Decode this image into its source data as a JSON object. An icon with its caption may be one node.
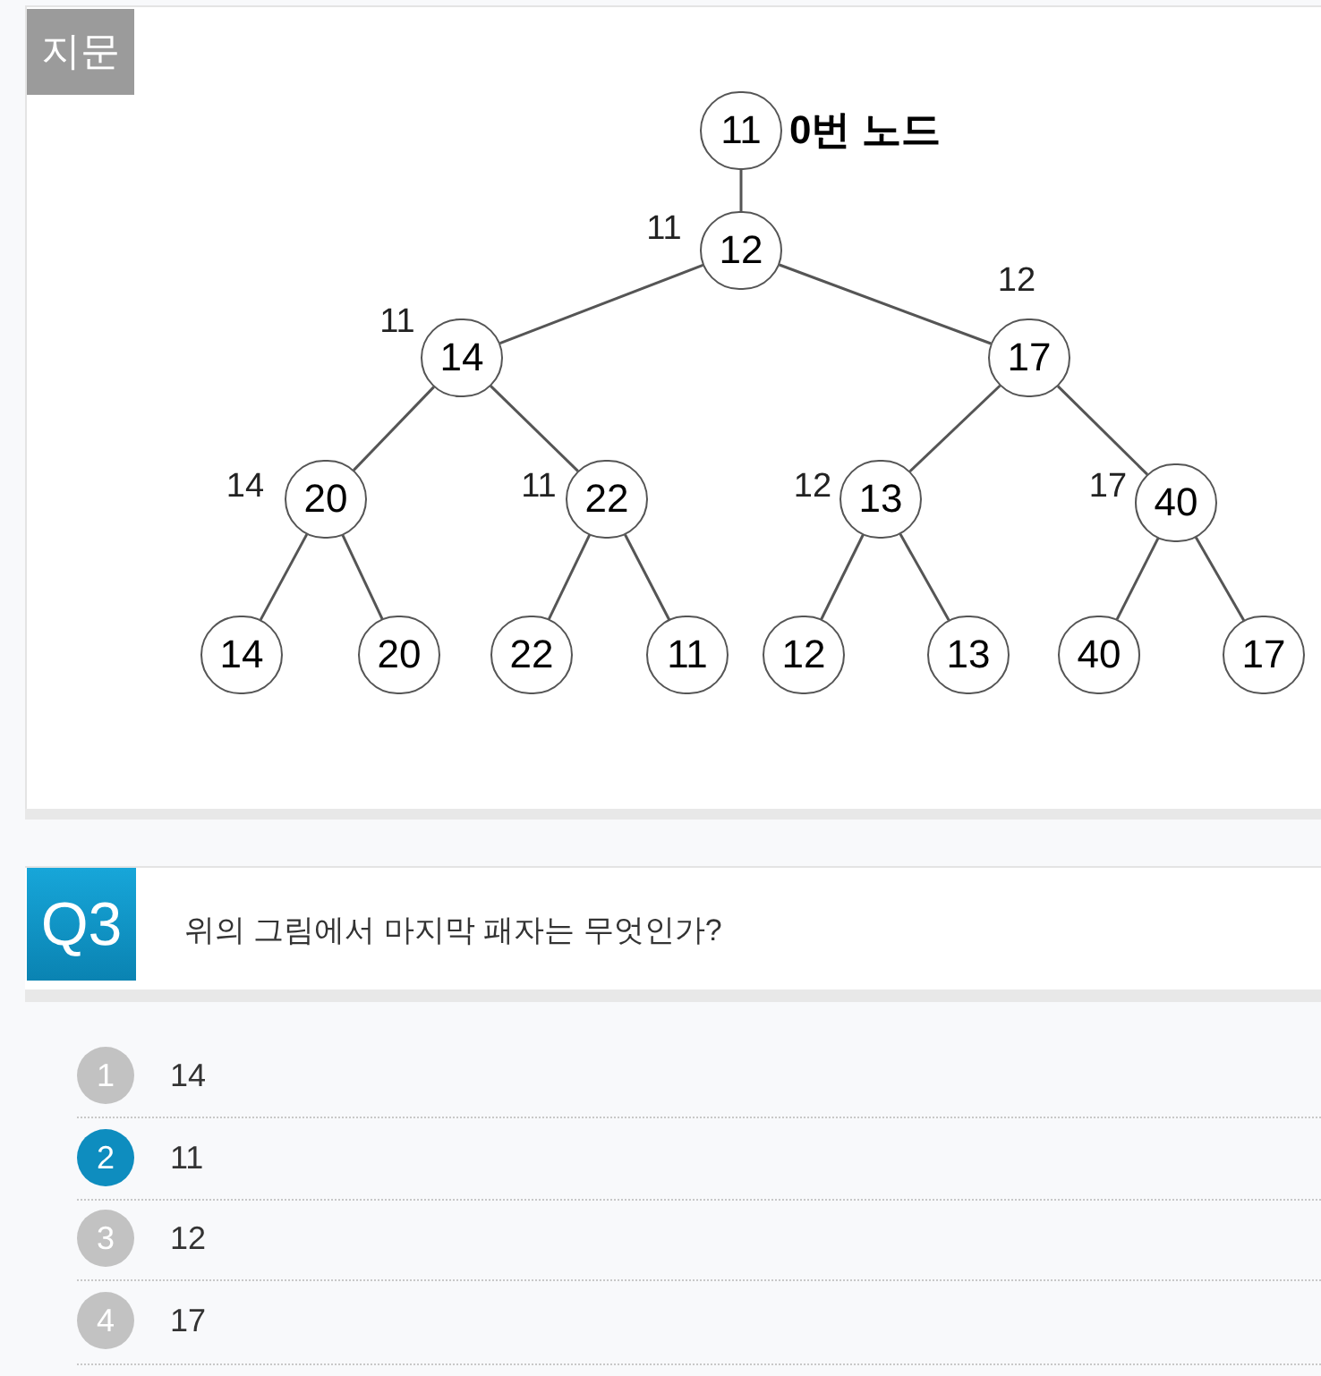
{
  "diagram": {
    "nodes": [
      {
        "text": [
          "지문"
        ]
      },
      {
        "text": [
          "11"
        ],
        "beside": [
          "0번 노드"
        ]
      },
      {
        "text": [
          "12"
        ],
        "beside": [
          "11"
        ]
      },
      {
        "text": [
          "14"
        ],
        "beside": [
          "11"
        ]
      },
      {
        "text": [
          "17"
        ],
        "beside": [
          "12"
        ]
      },
      {
        "text": [
          "20"
        ],
        "beside": [
          "14"
        ]
      },
      {
        "text": [
          "22"
        ],
        "beside": [
          "11"
        ]
      },
      {
        "text": [
          "13"
        ],
        "beside": [
          "12"
        ]
      },
      {
        "text": [
          "40"
        ],
        "beside": [
          "17"
        ]
      },
      {
        "text": [
          "14"
        ]
      },
      {
        "text": [
          "20"
        ]
      },
      {
        "text": [
          "22"
        ]
      },
      {
        "text": [
          "11"
        ]
      },
      {
        "text": [
          "12"
        ]
      },
      {
        "text": [
          "13"
        ]
      },
      {
        "text": [
          "40"
        ]
      },
      {
        "text": [
          "17"
        ]
      },
      {
        "text": [
          "Q3"
        ]
      },
      {
        "text": [
          "1"
        ],
        "beside": [
          "14"
        ]
      },
      {
        "text": [
          "2"
        ],
        "beside": [
          "11"
        ]
      },
      {
        "text": [
          "3"
        ],
        "beside": [
          "12"
        ]
      },
      {
        "text": [
          "4"
        ],
        "beside": [
          "17"
        ]
      }
    ],
    "edges": [
      {
        "from": 1,
        "to": 2,
        "arrow": "none"
      },
      {
        "from": 2,
        "to": 3,
        "arrow": "none"
      },
      {
        "from": 2,
        "to": 4,
        "arrow": "none"
      },
      {
        "from": 3,
        "to": 5,
        "arrow": "none"
      },
      {
        "from": 3,
        "to": 6,
        "arrow": "none"
      },
      {
        "from": 4,
        "to": 7,
        "arrow": "none"
      },
      {
        "from": 4,
        "to": 8,
        "arrow": "none"
      },
      {
        "from": 5,
        "to": 9,
        "arrow": "none"
      },
      {
        "from": 5,
        "to": 10,
        "arrow": "none"
      },
      {
        "from": 6,
        "to": 11,
        "arrow": "none"
      },
      {
        "from": 6,
        "to": 12,
        "arrow": "none"
      },
      {
        "from": 7,
        "to": 13,
        "arrow": "none"
      },
      {
        "from": 7,
        "to": 14,
        "arrow": "none"
      },
      {
        "from": 8,
        "to": 15,
        "arrow": "none"
      },
      {
        "from": 8,
        "to": 16,
        "arrow": "none"
      }
    ],
    "labels": [
      "위의 그림에서 마지막 패자는 무엇인가?"
    ]
  }
}
